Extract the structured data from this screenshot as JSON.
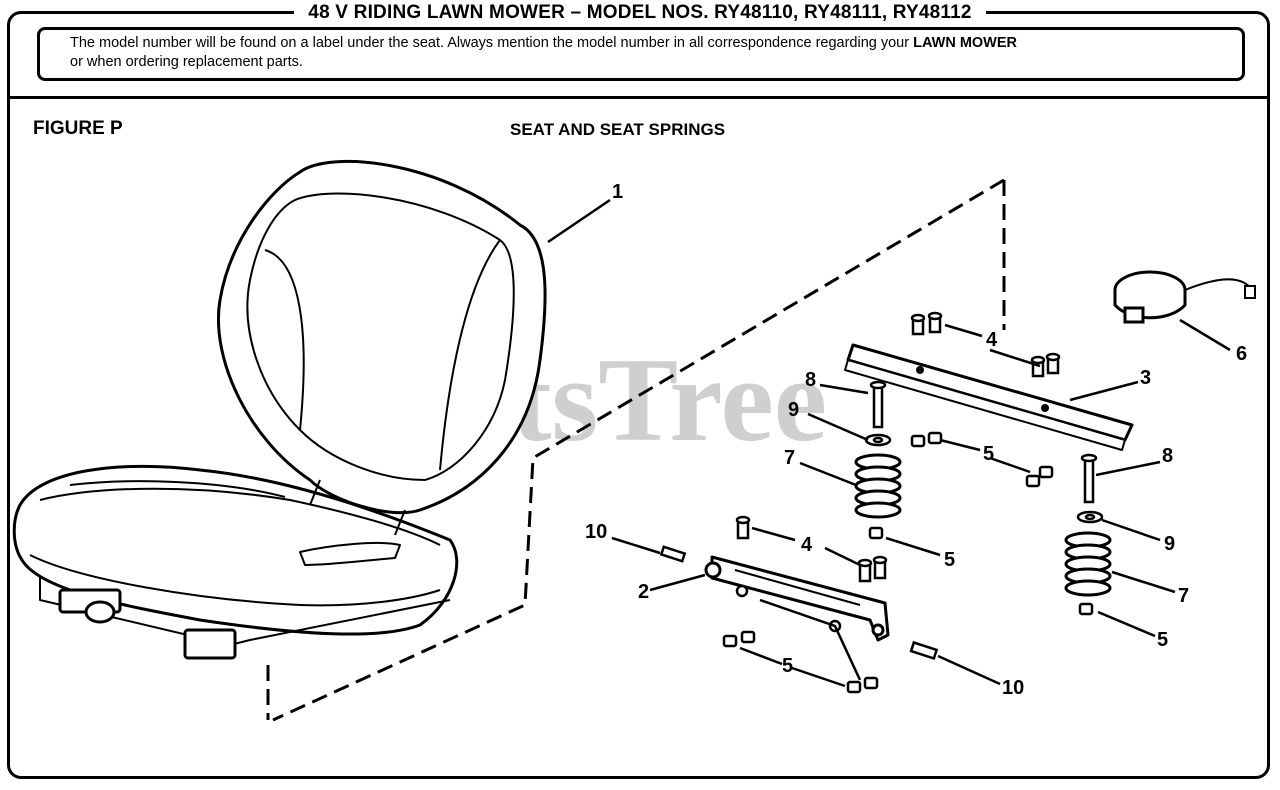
{
  "header": {
    "title": "48 V RIDING LAWN MOWER – MODEL NOS. RY48110, RY48111, RY48112"
  },
  "notice": {
    "text_before": "The model number will be found on a label under the seat. Always mention the model number in all correspondence regarding your ",
    "emphasis": "LAWN MOWER",
    "text_after": "or when ordering replacement parts."
  },
  "figure": {
    "label": "FIGURE P",
    "title": "SEAT AND SEAT SPRINGS"
  },
  "watermark": "PartsTree",
  "callouts": {
    "c1": "1",
    "c2": "2",
    "c3": "3",
    "c4a": "4",
    "c4b": "4",
    "c5a": "5",
    "c5b": "5",
    "c5c": "5",
    "c5d": "5",
    "c6": "6",
    "c7a": "7",
    "c7b": "7",
    "c8a": "8",
    "c8b": "8",
    "c9a": "9",
    "c9b": "9",
    "c10a": "10",
    "c10b": "10"
  }
}
